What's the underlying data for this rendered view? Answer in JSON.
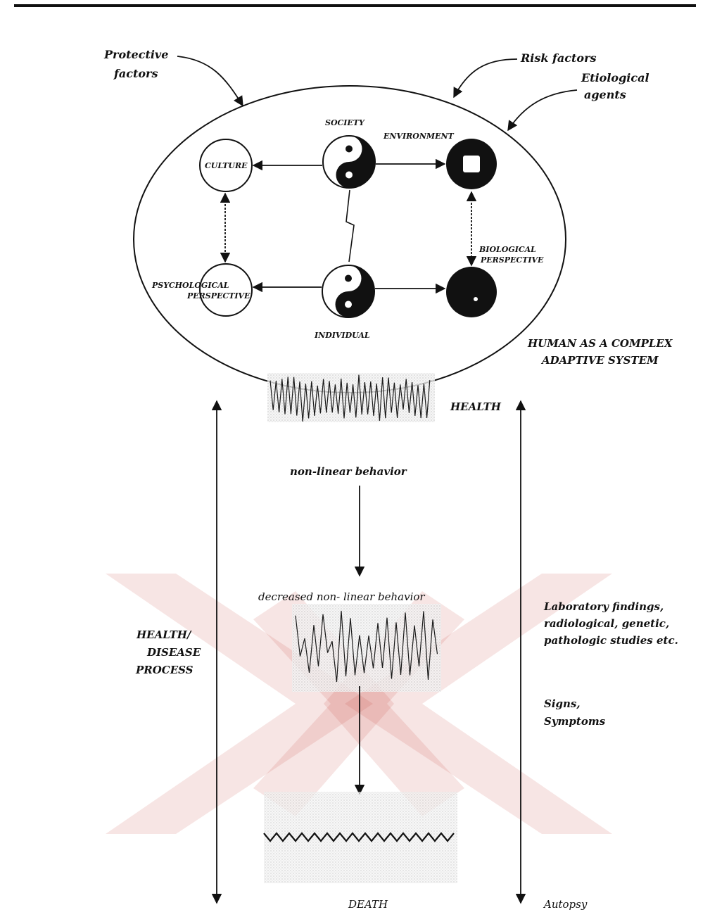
{
  "labels": {
    "protective_1": "Protective",
    "protective_2": "factors",
    "risk": "Risk factors",
    "etiological_1": "Etiological",
    "etiological_2": "agents",
    "society": "SOCIETY",
    "environment": "ENVIRONMENT",
    "culture": "CULTURE",
    "biological_1": "BIOLOGICAL",
    "biological_2": "PERSPECTIVE",
    "psychological_1": "PSYCHOLOGICAL",
    "psychological_2": "PERSPECTIVE",
    "individual": "INDIVIDUAL",
    "human_1": "HUMAN AS A COMPLEX",
    "human_2": "ADAPTIVE SYSTEM",
    "health": "HEALTH",
    "nonlinear": "non-linear behavior",
    "decreased": "decreased non- linear behavior",
    "process_1": "HEALTH/",
    "process_2": "DISEASE",
    "process_3": "PROCESS",
    "lab_1": "Laboratory findings,",
    "lab_2": "radiological, genetic,",
    "lab_3": "pathologic studies etc.",
    "signs_1": "Signs,",
    "signs_2": "Symptoms",
    "death": "DEATH",
    "autopsy": "Autopsy"
  },
  "colors": {
    "ink": "#111111",
    "watermark": "#c0392b"
  }
}
